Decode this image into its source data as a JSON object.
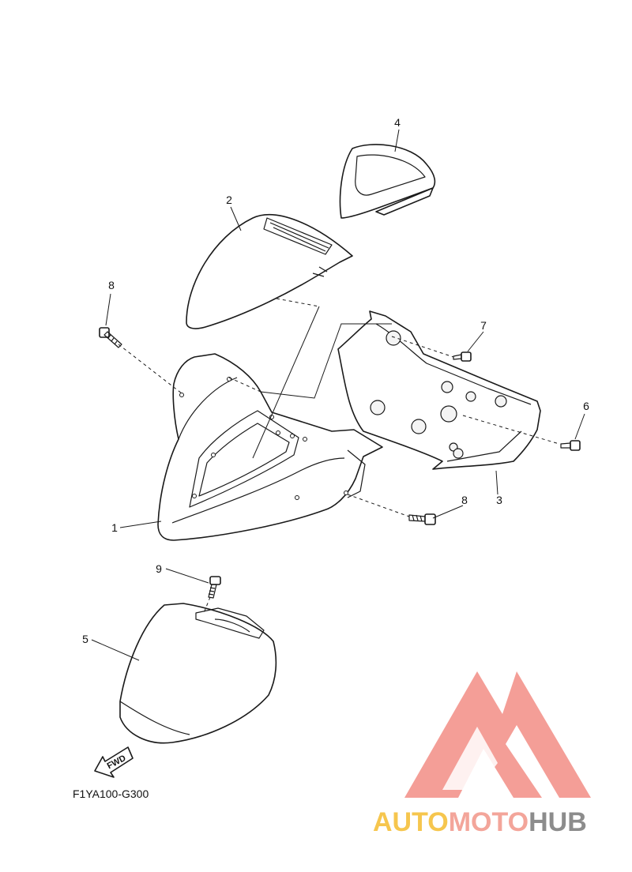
{
  "diagram": {
    "callouts": [
      "1",
      "2",
      "3",
      "4",
      "5",
      "6",
      "7",
      "8",
      "8",
      "9"
    ],
    "fwd_label": "FWD",
    "drawing_code": "F1YA100-G300"
  },
  "watermark": {
    "part1": "AUTO",
    "part2": "MOTO",
    "part3": "HUB",
    "colors": {
      "auto": "#f6c64e",
      "moto": "#f3a59a",
      "hub": "#8c8c8c",
      "logo": "#f49e97"
    }
  }
}
